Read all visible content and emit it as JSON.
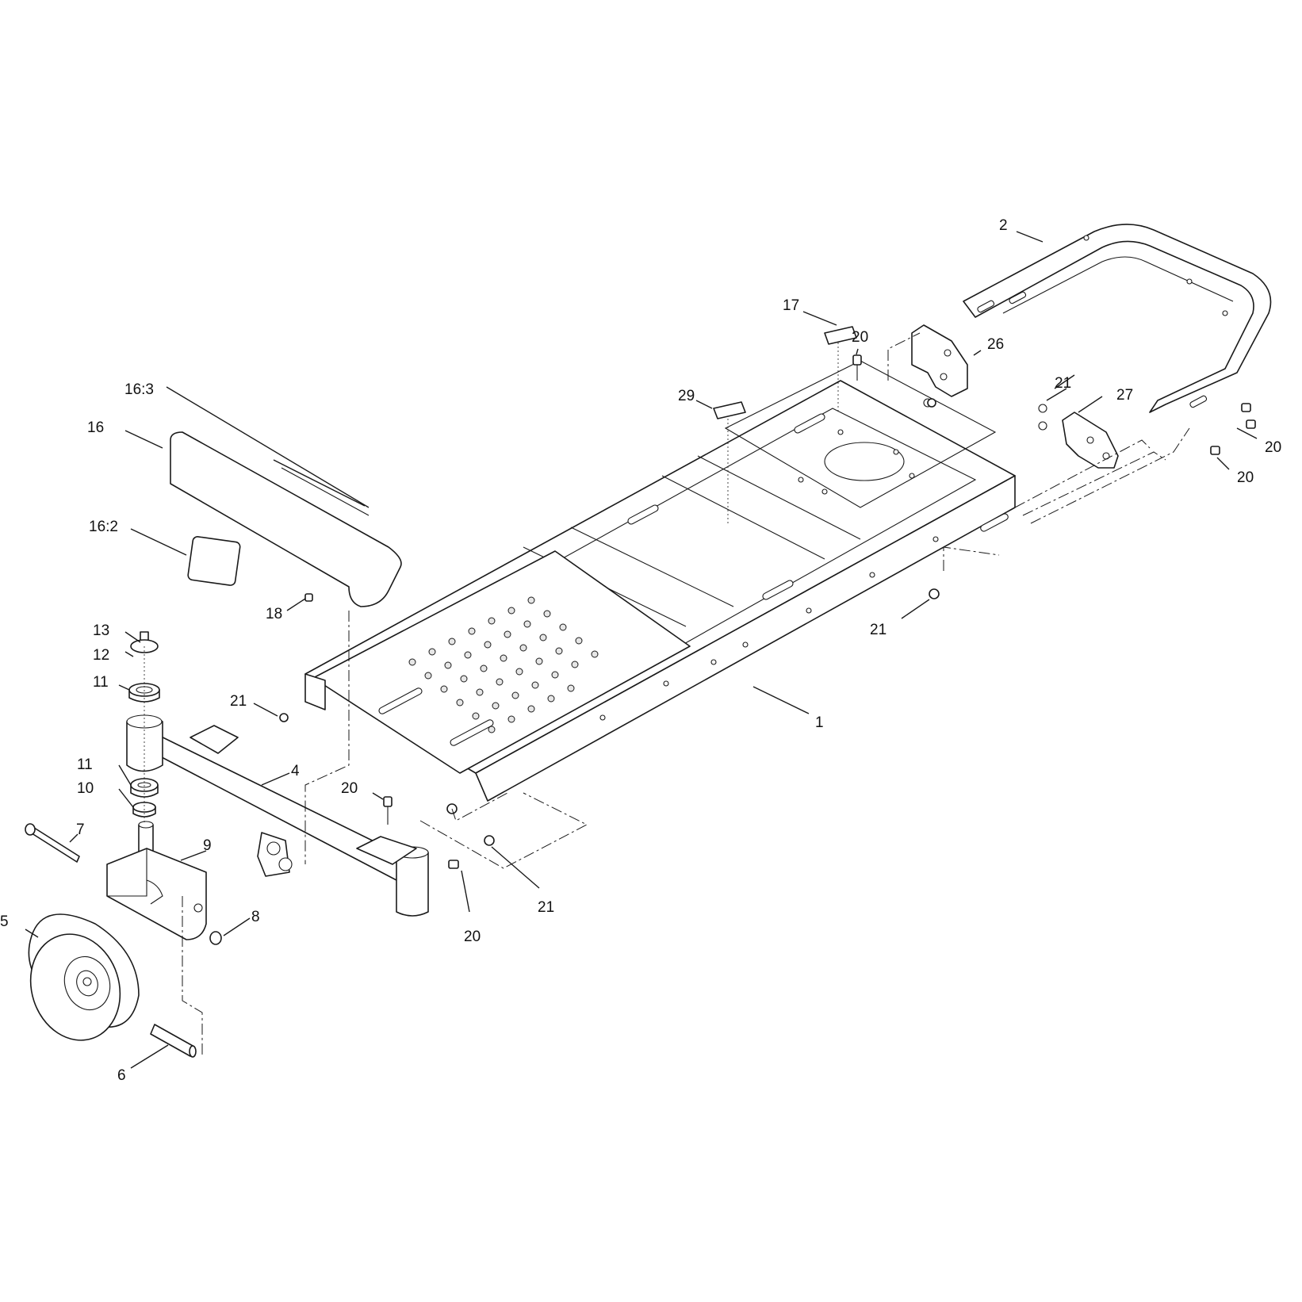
{
  "diagram": {
    "callouts": [
      {
        "id": "c1",
        "text": "1"
      },
      {
        "id": "c2",
        "text": "2"
      },
      {
        "id": "c4",
        "text": "4"
      },
      {
        "id": "c5",
        "text": "5"
      },
      {
        "id": "c6",
        "text": "6"
      },
      {
        "id": "c7",
        "text": "7"
      },
      {
        "id": "c8",
        "text": "8"
      },
      {
        "id": "c9",
        "text": "9"
      },
      {
        "id": "c10",
        "text": "10"
      },
      {
        "id": "c11a",
        "text": "11"
      },
      {
        "id": "c11b",
        "text": "11"
      },
      {
        "id": "c12",
        "text": "12"
      },
      {
        "id": "c13",
        "text": "13"
      },
      {
        "id": "c16",
        "text": "16"
      },
      {
        "id": "c16_2",
        "text": "16:2"
      },
      {
        "id": "c16_3",
        "text": "16:3"
      },
      {
        "id": "c17",
        "text": "17"
      },
      {
        "id": "c18",
        "text": "18"
      },
      {
        "id": "c20a",
        "text": "20"
      },
      {
        "id": "c20b",
        "text": "20"
      },
      {
        "id": "c20c",
        "text": "20"
      },
      {
        "id": "c20d",
        "text": "20"
      },
      {
        "id": "c20e",
        "text": "20"
      },
      {
        "id": "c21a",
        "text": "21"
      },
      {
        "id": "c21b",
        "text": "21"
      },
      {
        "id": "c21c",
        "text": "21"
      },
      {
        "id": "c21d",
        "text": "21"
      },
      {
        "id": "c26",
        "text": "26"
      },
      {
        "id": "c27",
        "text": "27"
      },
      {
        "id": "c29",
        "text": "29"
      }
    ]
  }
}
